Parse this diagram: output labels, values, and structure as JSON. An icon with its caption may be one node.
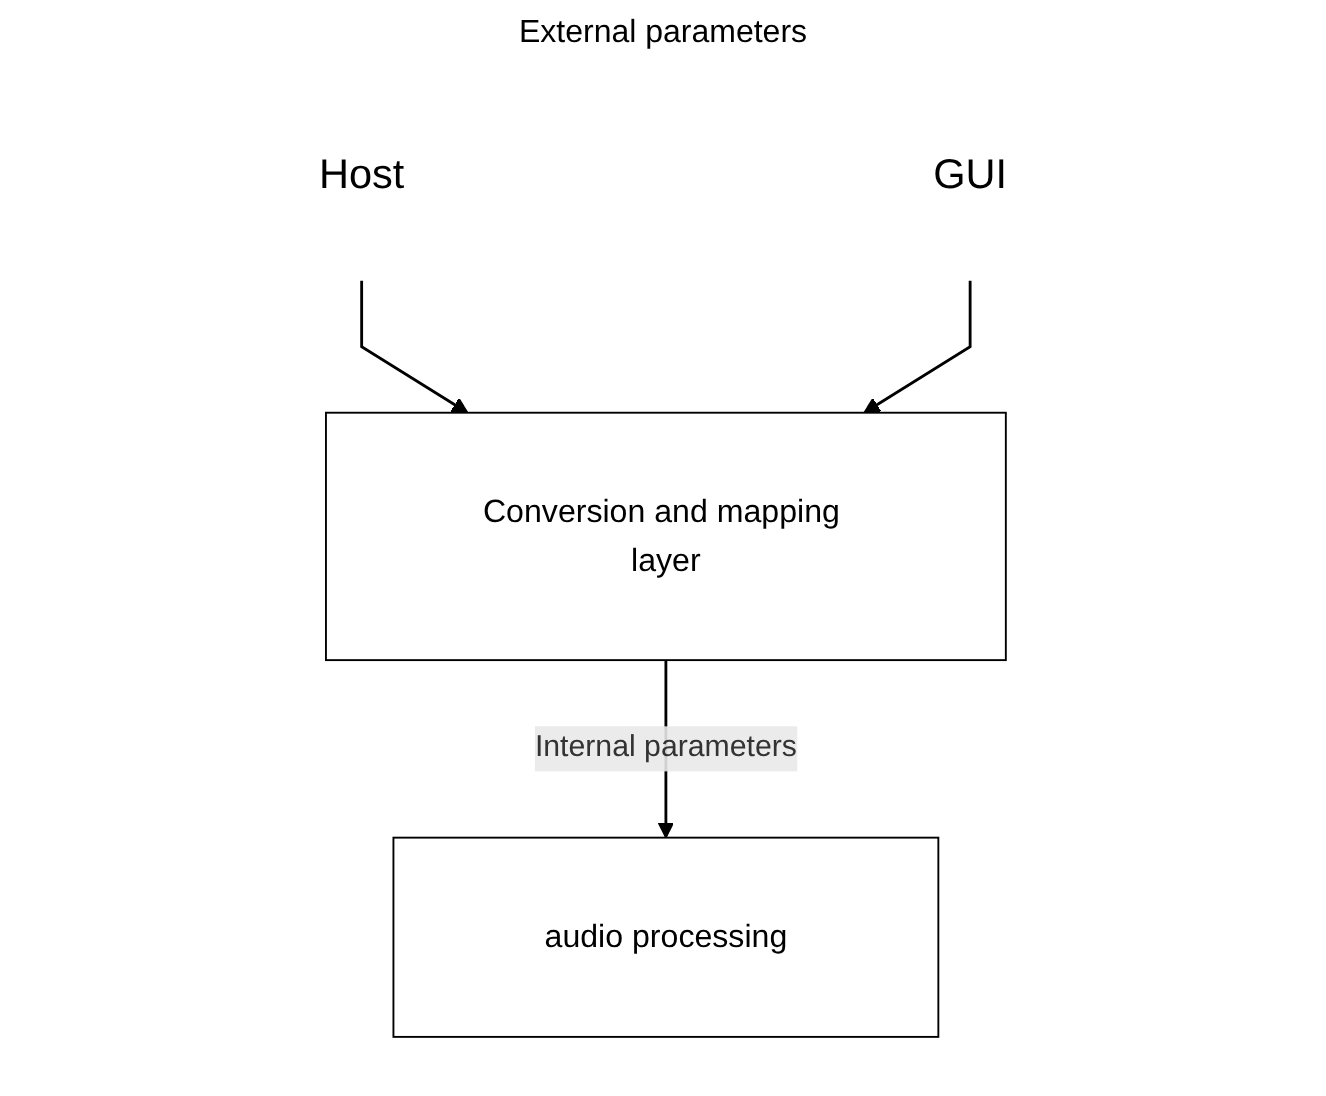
{
  "diagram": {
    "nodes": [
      {
        "text": [
          "Host"
        ]
      },
      {
        "text": [
          "GUI"
        ]
      },
      {
        "text": [
          "Conversion and mapping layer"
        ]
      },
      {
        "text": [
          "audio processing"
        ]
      }
    ],
    "edges": [
      {
        "from": 0,
        "to": 2,
        "arrow": "to"
      },
      {
        "from": 1,
        "to": 2,
        "arrow": "to"
      },
      {
        "from": 2,
        "to": 3,
        "arrow": "to",
        "label": "Internal parameters"
      }
    ],
    "labels": [
      "External parameters"
    ]
  }
}
